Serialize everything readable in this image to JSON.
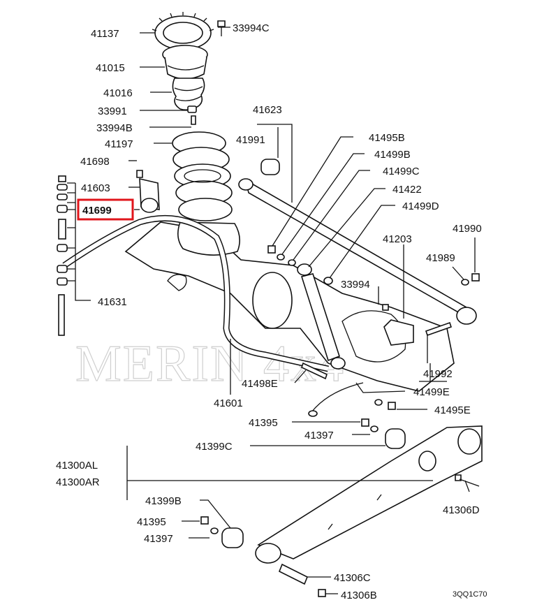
{
  "diagram": {
    "labels": {
      "l41137": "41137",
      "l33994c": "33994C",
      "l41015": "41015",
      "l41016": "41016",
      "l33991": "33991",
      "l33994b": "33994B",
      "l41197": "41197",
      "l41698": "41698",
      "l41603": "41603",
      "l41699": "41699",
      "l41631": "41631",
      "l41623": "41623",
      "l41991": "41991",
      "l41495b": "41495B",
      "l41499b": "41499B",
      "l41499c": "41499C",
      "l41422": "41422",
      "l41499d": "41499D",
      "l41203": "41203",
      "l41990": "41990",
      "l41989": "41989",
      "l33994": "33994",
      "l41992": "41992",
      "l41498e": "41498E",
      "l41499e": "41499E",
      "l41601": "41601",
      "l41495e": "41495E",
      "l41395a": "41395",
      "l41397a": "41397",
      "l41399c": "41399C",
      "l41300al": "41300AL",
      "l41300ar": "41300AR",
      "l41399b": "41399B",
      "l41395b": "41395",
      "l41397b": "41397",
      "l41306d": "41306D",
      "l41306c": "41306C",
      "l41306b": "41306B"
    },
    "watermark": "MERIN 4x4",
    "code": "3QQ1C70",
    "highlight_color": "#e0151b"
  }
}
